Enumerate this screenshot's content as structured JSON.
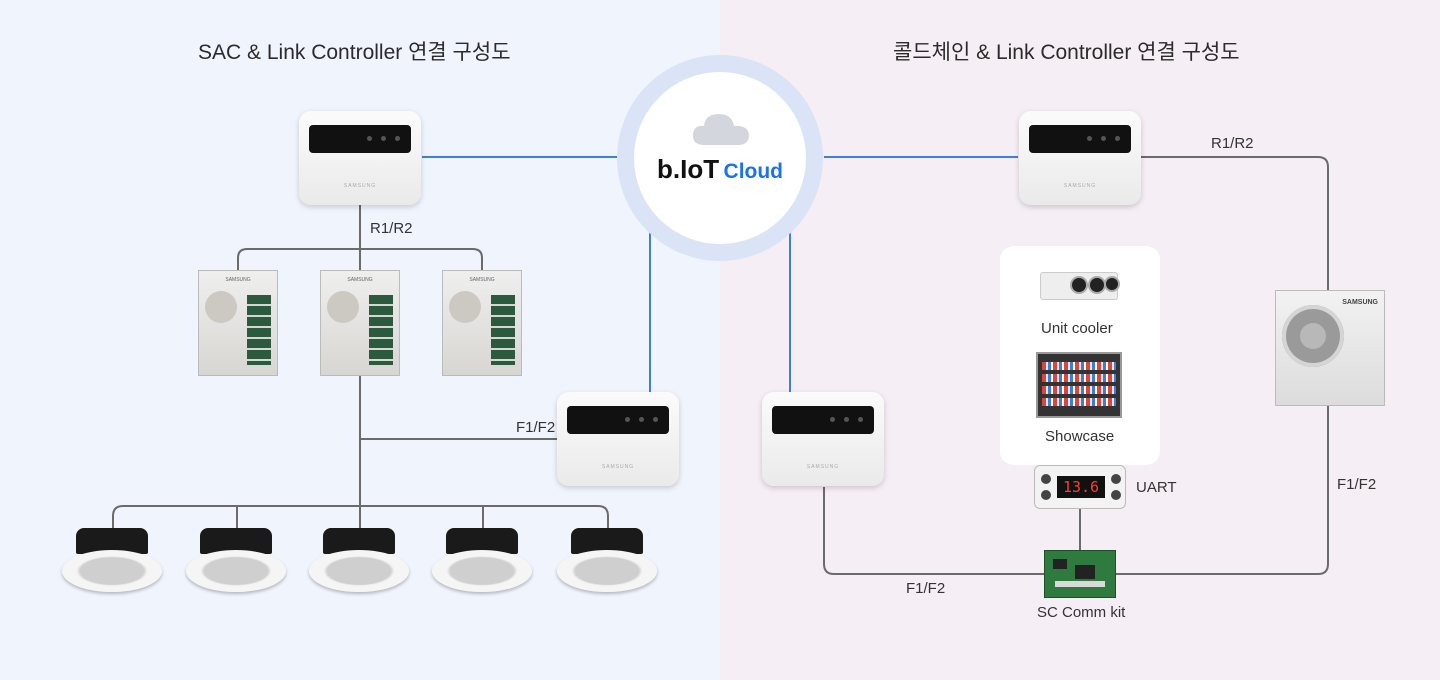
{
  "left_panel": {
    "title": "SAC & Link Controller 연결 구성도",
    "bus_r1r2": "R1/R2",
    "bus_f1f2": "F1/F2",
    "controller_brand": "SAMSUNG",
    "outdoor_brand": "SAMSUNG"
  },
  "cloud": {
    "brand": "b.IoT",
    "suffix": "Cloud"
  },
  "right_panel": {
    "title": "콜드체인 & Link Controller 연결 구성도",
    "bus_r1r2": "R1/R2",
    "bus_f1f2_right": "F1/F2",
    "bus_f1f2_bottom": "F1/F2",
    "unit_cooler": "Unit cooler",
    "showcase": "Showcase",
    "uart": "UART",
    "thermo_reading": "13.6",
    "sc_comm_kit": "SC Comm kit",
    "outdoor_brand": "SAMSUNG"
  },
  "colors": {
    "link_line": "#3d7fe0",
    "wire": "#6b6b6b",
    "left_bg": "#f0f4fd",
    "right_bg": "#f6eef5"
  }
}
